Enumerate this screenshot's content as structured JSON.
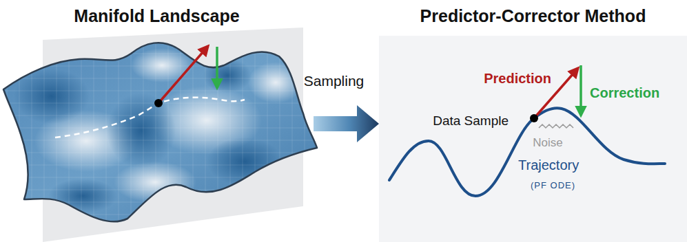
{
  "diagram": {
    "nodes": [
      {
        "text": [
          "Manifold Landscape"
        ]
      },
      {
        "text": [
          "Predictor-Corrector Method"
        ]
      }
    ],
    "edges": [
      {
        "from": 0,
        "to": 1,
        "arrow": "to",
        "label": "Sampling"
      }
    ],
    "labels": [
      "Prediction",
      "Correction",
      "Data Sample",
      "Noise",
      "Trajectory",
      "(PF ODE)"
    ]
  }
}
